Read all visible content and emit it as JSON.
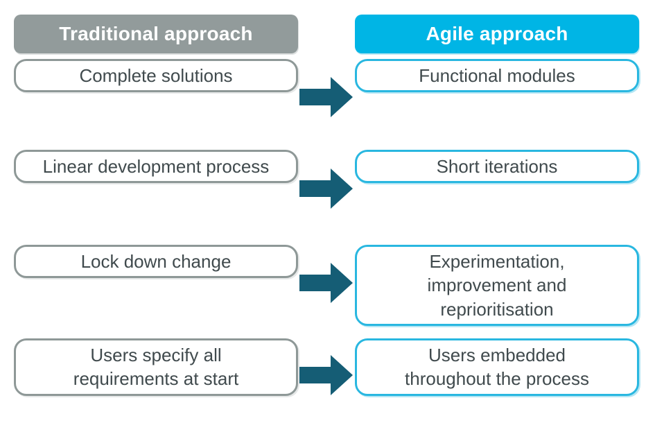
{
  "diagram": {
    "title_semantic": "Traditional vs Agile approach comparison",
    "headers": {
      "traditional": "Traditional approach",
      "agile": "Agile approach"
    },
    "rows": [
      {
        "traditional": "Complete solutions",
        "agile": "Functional modules"
      },
      {
        "traditional": "Linear development process",
        "agile": "Short iterations"
      },
      {
        "traditional": "Lock down change",
        "agile": "Experimentation,\nimprovement and\nreprioritisation"
      },
      {
        "traditional": "Users specify all\nrequirements at start",
        "agile": "Users embedded\nthroughout the process"
      }
    ],
    "icons": {
      "arrow": "right-block-arrow"
    },
    "colors": {
      "traditional_header_bg": "#929b9b",
      "agile_header_bg": "#00b5e5",
      "traditional_box_border": "#8e9897",
      "agile_box_border": "#29b7e0",
      "arrow_fill": "#155d75",
      "header_text": "#ffffff",
      "box_text": "#404a4d",
      "box_bg": "#ffffff"
    }
  }
}
